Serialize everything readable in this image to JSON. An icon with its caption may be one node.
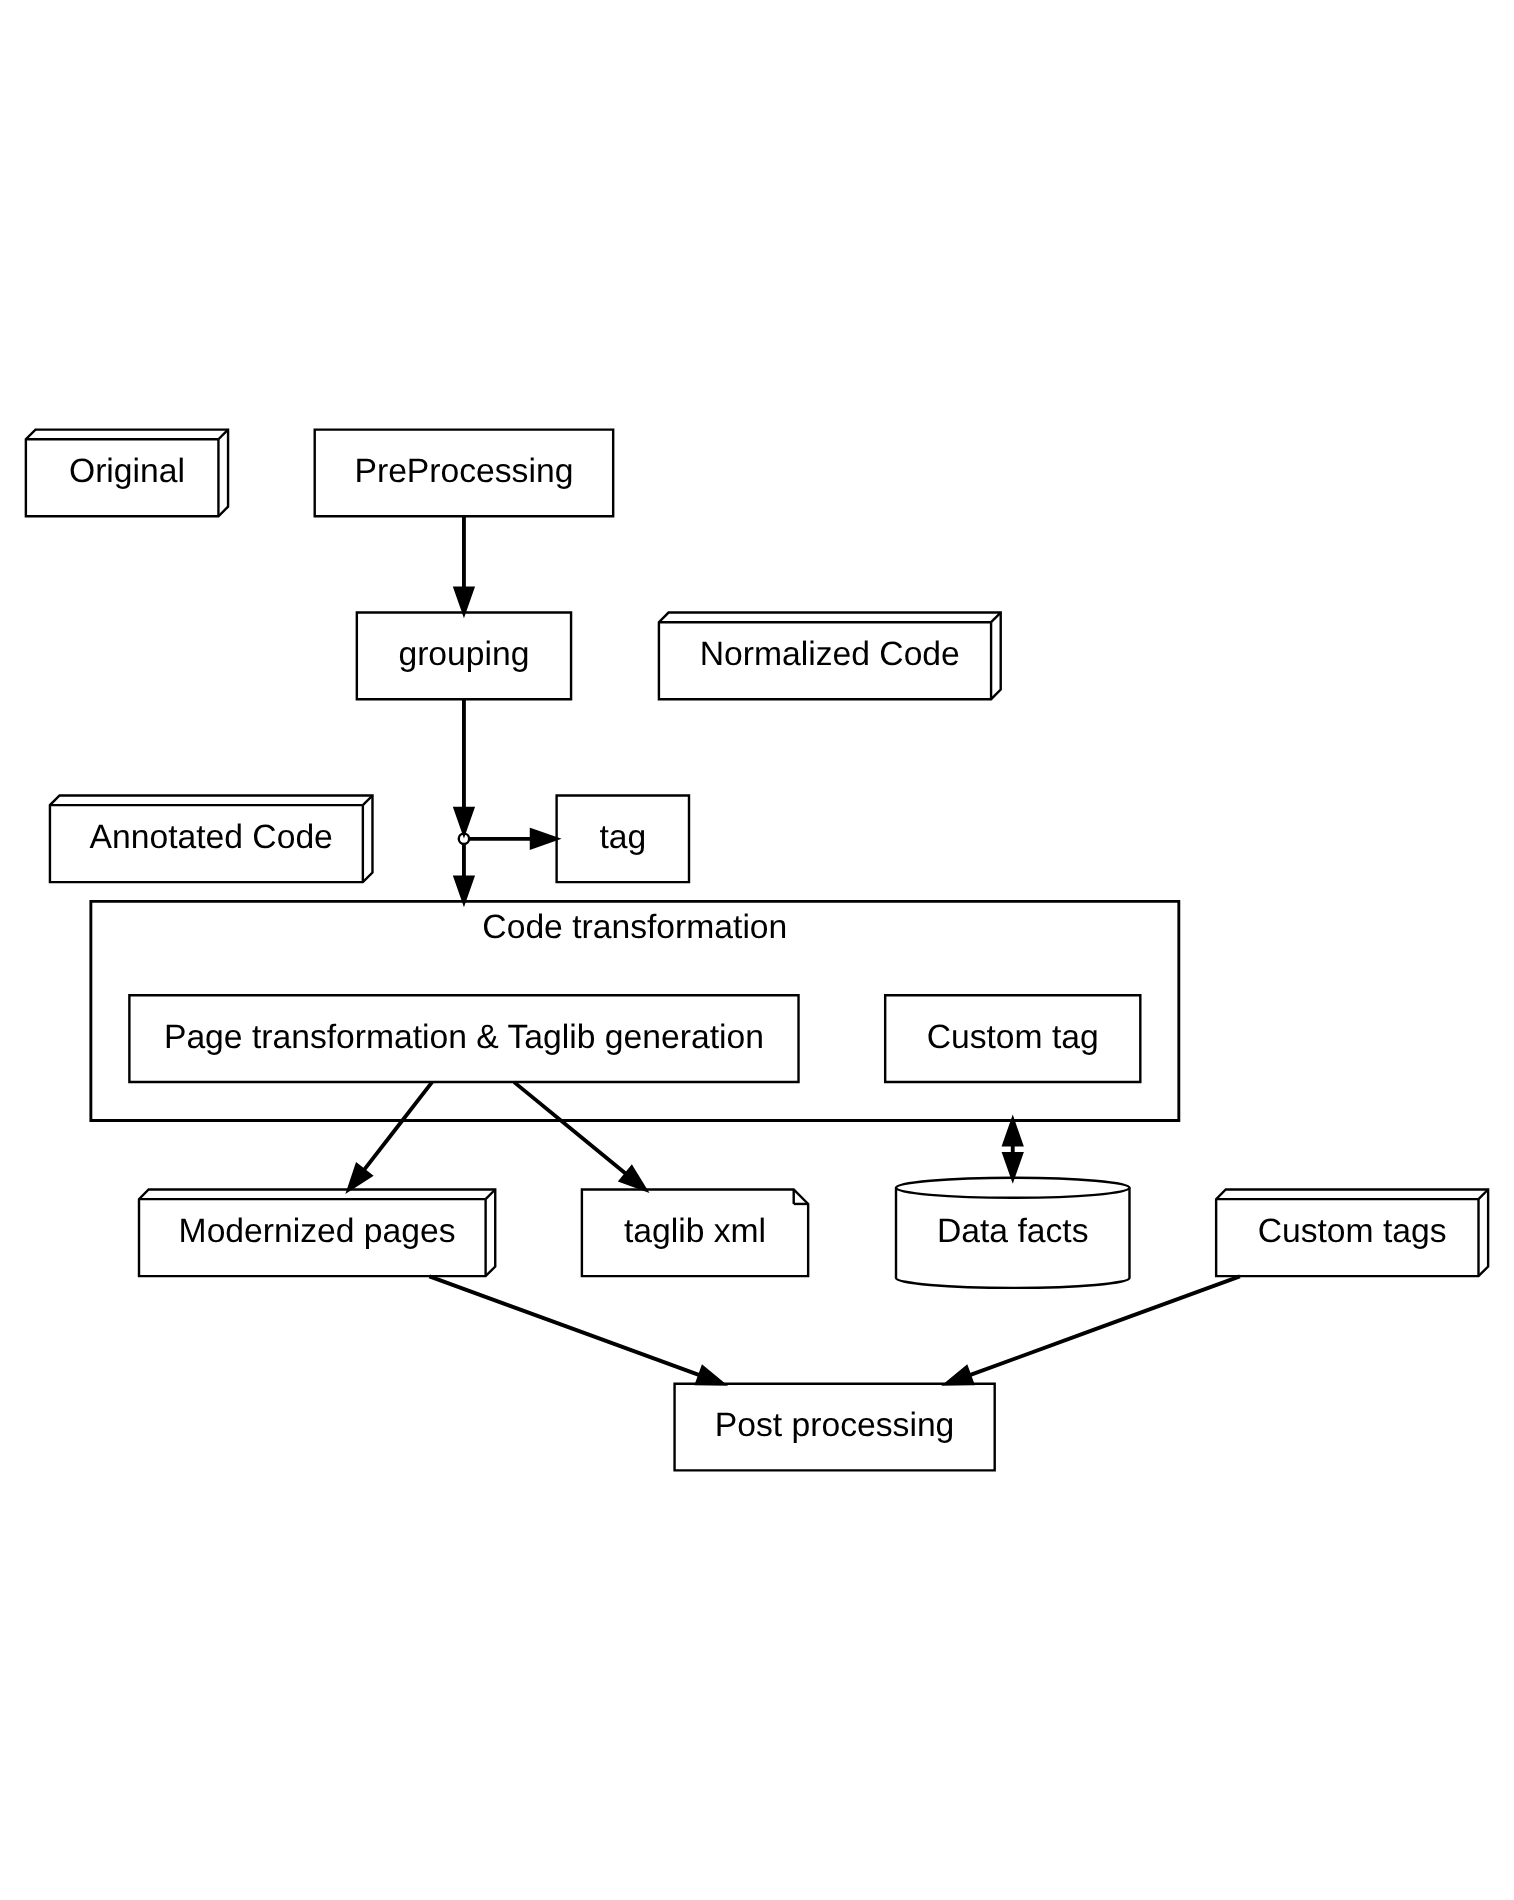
{
  "diagram": {
    "nodes": [
      {
        "text": [
          "Original"
        ]
      },
      {
        "text": [
          "PreProcessing"
        ]
      },
      {
        "text": [
          "grouping"
        ]
      },
      {
        "text": [
          "Normalized Code"
        ]
      },
      {
        "text": [
          "Annotated Code"
        ]
      },
      {
        "text": [],
        "shape": "point"
      },
      {
        "text": [
          "tag"
        ]
      },
      {
        "text": [
          "Code transformation"
        ]
      },
      {
        "text": [
          "Page transformation & Taglib generation"
        ],
        "in": 7
      },
      {
        "text": [
          "Custom tag"
        ],
        "in": 7
      },
      {
        "text": [
          "Modernized pages"
        ]
      },
      {
        "text": [
          "Data facts"
        ]
      },
      {
        "text": [
          "Custom tags"
        ]
      },
      {
        "text": [
          "taglib xml"
        ]
      },
      {
        "text": [
          "Post processing"
        ]
      }
    ],
    "edges": [
      {
        "from": 1,
        "to": 2,
        "arrow": "to"
      },
      {
        "from": 2,
        "to": 5,
        "arrow": "to"
      },
      {
        "from": 5,
        "to": 6,
        "arrow": "to"
      },
      {
        "from": 5,
        "to": 7,
        "arrow": "to"
      },
      {
        "from": 8,
        "to": 10,
        "arrow": "to"
      },
      {
        "from": 8,
        "to": 13,
        "arrow": "to"
      },
      {
        "from": 7,
        "to": 11,
        "arrow": "both"
      },
      {
        "from": 10,
        "to": 14,
        "arrow": "to"
      },
      {
        "from": 12,
        "to": 14,
        "arrow": "to"
      }
    ]
  }
}
